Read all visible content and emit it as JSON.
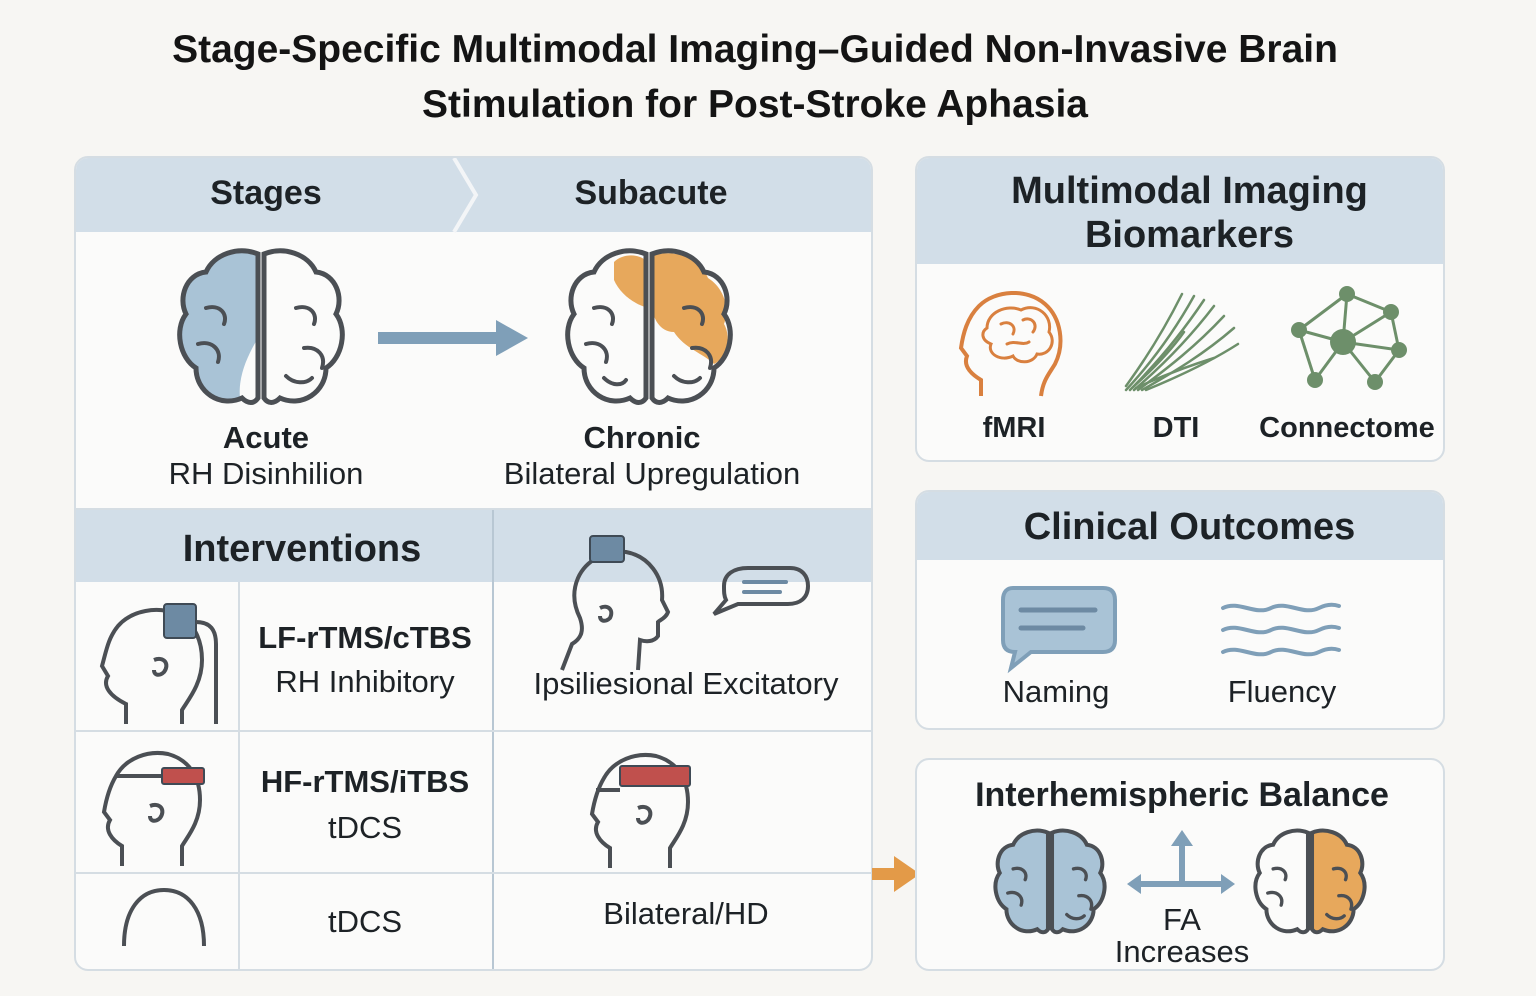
{
  "title_line1": "Stage-Specific Multimodal Imaging–Guided Non-Invasive Brain",
  "title_line2": "Stimulation for Post-Stroke Aphasia",
  "stages": {
    "header_left": "Stages",
    "header_right": "Subacute",
    "acute": {
      "name": "Acute",
      "desc": "RH Disinhilion"
    },
    "chronic": {
      "name": "Chronic",
      "desc": "Bilateral Upregulation"
    }
  },
  "interventions": {
    "header": "Interventions",
    "rows": [
      {
        "protocol": "LF-rTMS/cTBS",
        "effect": "RH Inhibitory",
        "right": "Ipsiliesional Excitatory"
      },
      {
        "protocol": "HF-rTMS/iTBS",
        "effect": "tDCS",
        "right": ""
      },
      {
        "protocol": "tDCS",
        "effect": "",
        "right": "Bilateral/HD"
      }
    ]
  },
  "imaging": {
    "header_line1": "Multimodal Imaging",
    "header_line2": "Biomarkers",
    "items": [
      "fMRI",
      "DTI",
      "Connectome"
    ]
  },
  "outcomes": {
    "header": "Clinical Outcomes",
    "items": [
      "Naming",
      "Fluency"
    ]
  },
  "balance": {
    "header": "Interhemispheric Balance",
    "label_line1": "FA",
    "label_line2": "Increases"
  },
  "colors": {
    "band": "#d2dee8",
    "blue_region": "#a9c3d6",
    "orange_region": "#e7a85c",
    "arrow_blue": "#7f9fb8",
    "arrow_orange": "#e39a48",
    "fmri_orange": "#d9803f",
    "dti_green": "#6d8f6a",
    "electrode_red": "#c0504d",
    "coil_blue": "#6d8aa3"
  }
}
